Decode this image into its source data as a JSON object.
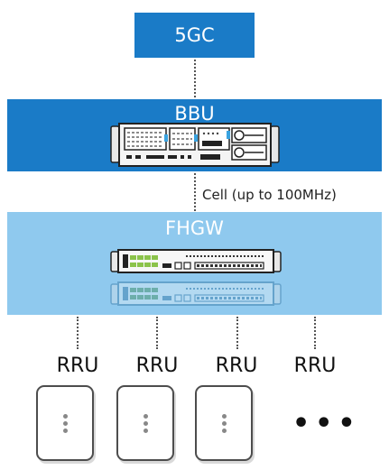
{
  "nodes": {
    "core": "5GC",
    "bbu": "BBU",
    "fhgw": "FHGW",
    "rru_labels": [
      "RRU",
      "RRU",
      "RRU",
      "RRU"
    ]
  },
  "link_label": "Cell (up to 100MHz)",
  "more_indicator": "•••",
  "colors": {
    "core_box": "#1a7bc7",
    "bbu_band": "#1a7bc7",
    "fhgw_band": "#8fc9ee",
    "port_highlight": "#8bc34a",
    "bbu_port_accent": "#3aa3e0"
  },
  "icons": {
    "bbu_device": "server-chassis-icon",
    "fhgw_device": "switch-chassis-icon",
    "rru_device": "radio-unit-icon"
  }
}
